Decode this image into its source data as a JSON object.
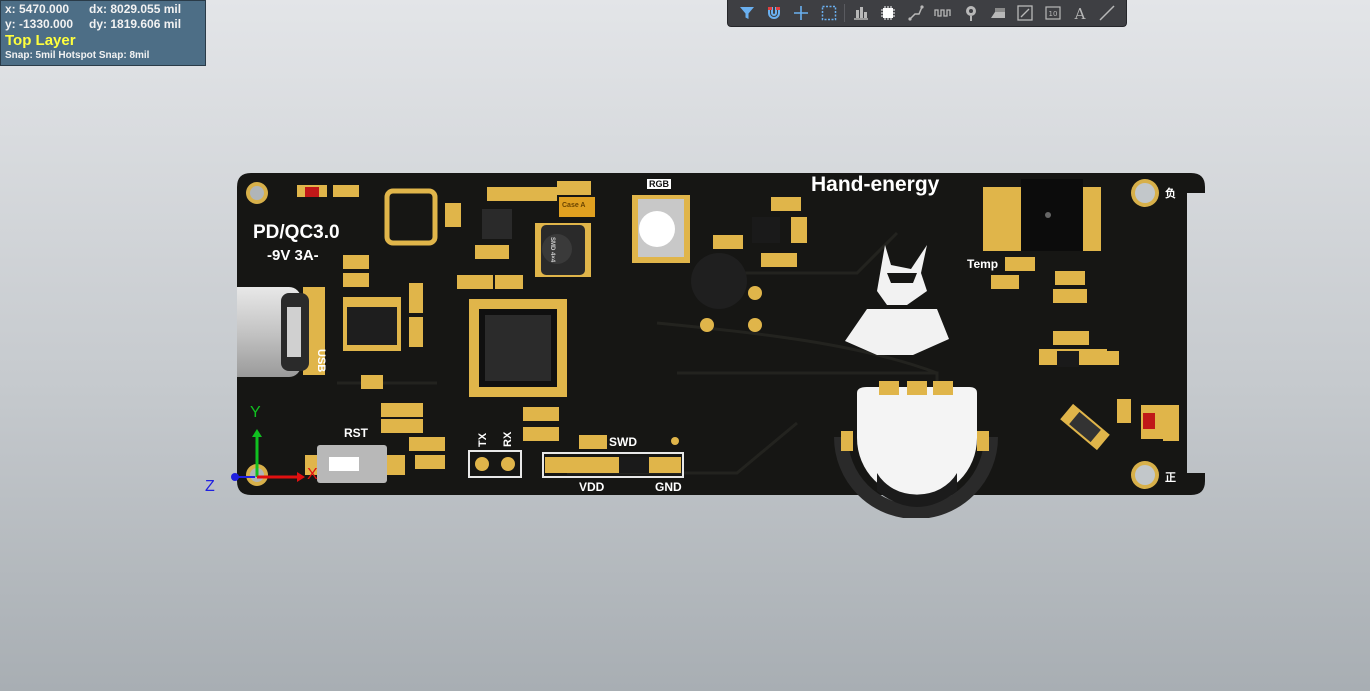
{
  "hud": {
    "x_label": "x:",
    "x_value": "5470.000",
    "dx_label": "dx:",
    "dx_value": "8029.055 mil",
    "y_label": "y:",
    "y_value": "-1330.000",
    "dy_label": "dy:",
    "dy_value": "1819.606 mil",
    "layer": "Top Layer",
    "snap": "Snap: 5mil Hotspot Snap: 8mil"
  },
  "toolbar": {
    "buttons": [
      {
        "icon": "filter-icon",
        "color": "#6ab0f0"
      },
      {
        "icon": "magnet-icon",
        "color": "#6ab0f0"
      },
      {
        "icon": "crosshair-icon",
        "color": "#6ab0f0"
      },
      {
        "icon": "select-rect-icon",
        "color": "#6ab0f0"
      },
      {
        "icon": "align-icon",
        "color": "#b8b8b8"
      },
      {
        "icon": "component-icon",
        "color": "#ffffff"
      },
      {
        "icon": "route-icon",
        "color": "#b8b8b8"
      },
      {
        "icon": "tune-icon",
        "color": "#b8b8b8"
      },
      {
        "icon": "via-icon",
        "color": "#b8b8b8"
      },
      {
        "icon": "polygon-icon",
        "color": "#b8b8b8"
      },
      {
        "icon": "region-icon",
        "color": "#b8b8b8"
      },
      {
        "icon": "dimension-icon",
        "color": "#b8b8b8"
      },
      {
        "icon": "text-icon",
        "color": "#b8b8b8"
      },
      {
        "icon": "line-icon",
        "color": "#b8b8b8"
      }
    ]
  },
  "pcb": {
    "board_color": "#151513",
    "pad_color": "#e0b54a",
    "silkscreen": {
      "title": "PD/QC3.0",
      "subtitle": "-9V 3A-",
      "brand": "Hand-energy",
      "usb": "USB",
      "rgb": "RGB",
      "temp": "Temp",
      "rst": "RST",
      "tx": "TX",
      "rx": "RX",
      "swd": "SWD",
      "vdd": "VDD",
      "gnd": "GND",
      "neg": "负",
      "pos": "正",
      "inductor": "SMD 4×4",
      "cap": "Case A"
    }
  },
  "axes": {
    "x": "X",
    "y": "Y",
    "z": "Z",
    "x_color": "#e01010",
    "y_color": "#10c020",
    "z_color": "#2020e0"
  }
}
